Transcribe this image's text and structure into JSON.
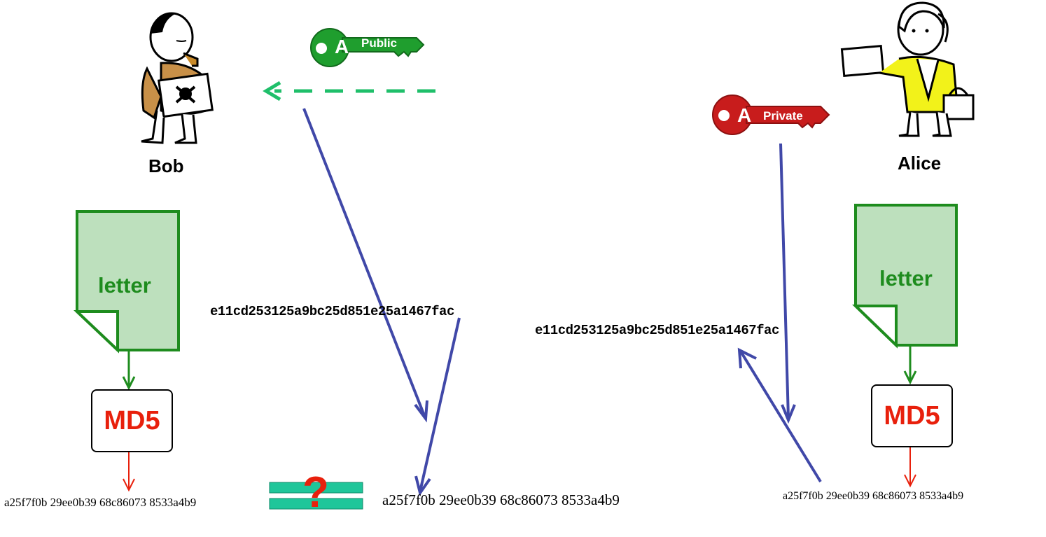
{
  "bob": {
    "name": "Bob",
    "hash_text": "a25f7f0b 29ee0b39 68c86073 8533a4b9",
    "md5_label": "MD5",
    "letter_label": "letter",
    "encrypted_text": "e11cd253125a9bc25d851e25a1467fac"
  },
  "alice": {
    "name": "Alice",
    "hash_text": "a25f7f0b 29ee0b39 68c86073 8533a4b9",
    "md5_label": "MD5",
    "letter_label": "letter",
    "encrypted_text": "e11cd253125a9bc25d851e25a1467fac"
  },
  "keys": {
    "public_label": "Public",
    "public_letter": "A",
    "private_label": "Private",
    "private_letter": "A"
  },
  "compare": {
    "question_mark": "?",
    "decrypted_hash_text": "a25f7f0b 29ee0b39 68c86073 8533a4b9"
  },
  "colors": {
    "letter_fill": "#bde0bd",
    "letter_stroke": "#1e8c1e",
    "md5_text": "#e8200c",
    "flow_arrow": "#4048a8",
    "public_key": "#1f9e2e",
    "private_key": "#c81c1c",
    "dashed_arrow": "#1fbf6a",
    "equals_sign": "#1fc69a"
  }
}
